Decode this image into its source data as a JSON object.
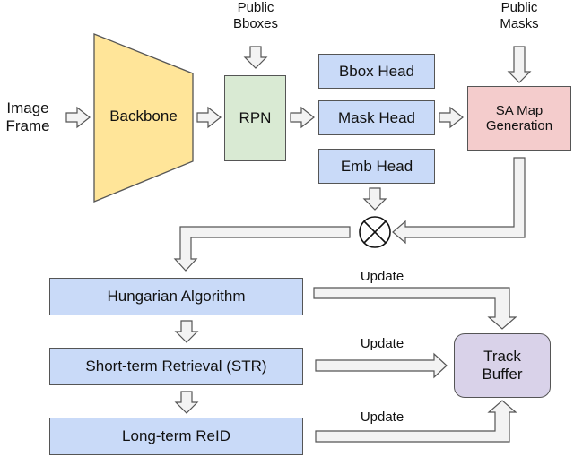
{
  "input": {
    "line1": "Image",
    "line2": "Frame"
  },
  "public_bboxes": {
    "line1": "Public",
    "line2": "Bboxes"
  },
  "public_masks": {
    "line1": "Public",
    "line2": "Masks"
  },
  "backbone": "Backbone",
  "rpn": "RPN",
  "heads": {
    "bbox": "Bbox Head",
    "mask": "Mask Head",
    "emb": "Emb Head"
  },
  "sa_map": {
    "line1": "SA Map",
    "line2": "Generation"
  },
  "multiply_symbol": "⊗",
  "stages": {
    "hungarian": "Hungarian  Algorithm",
    "str": "Short-term Retrieval (STR)",
    "reid": "Long-term ReID"
  },
  "track_buffer": {
    "line1": "Track",
    "line2": "Buffer"
  },
  "update_labels": [
    "Update",
    "Update",
    "Update"
  ],
  "colors": {
    "blue_box": "#c9daf8",
    "green_box": "#d9ead3",
    "pink_box": "#f4cccc",
    "purple_box": "#d9d2e9",
    "backbone": "#ffe599",
    "arrow_fill": "#f3f3f3",
    "outline": "#555555"
  }
}
